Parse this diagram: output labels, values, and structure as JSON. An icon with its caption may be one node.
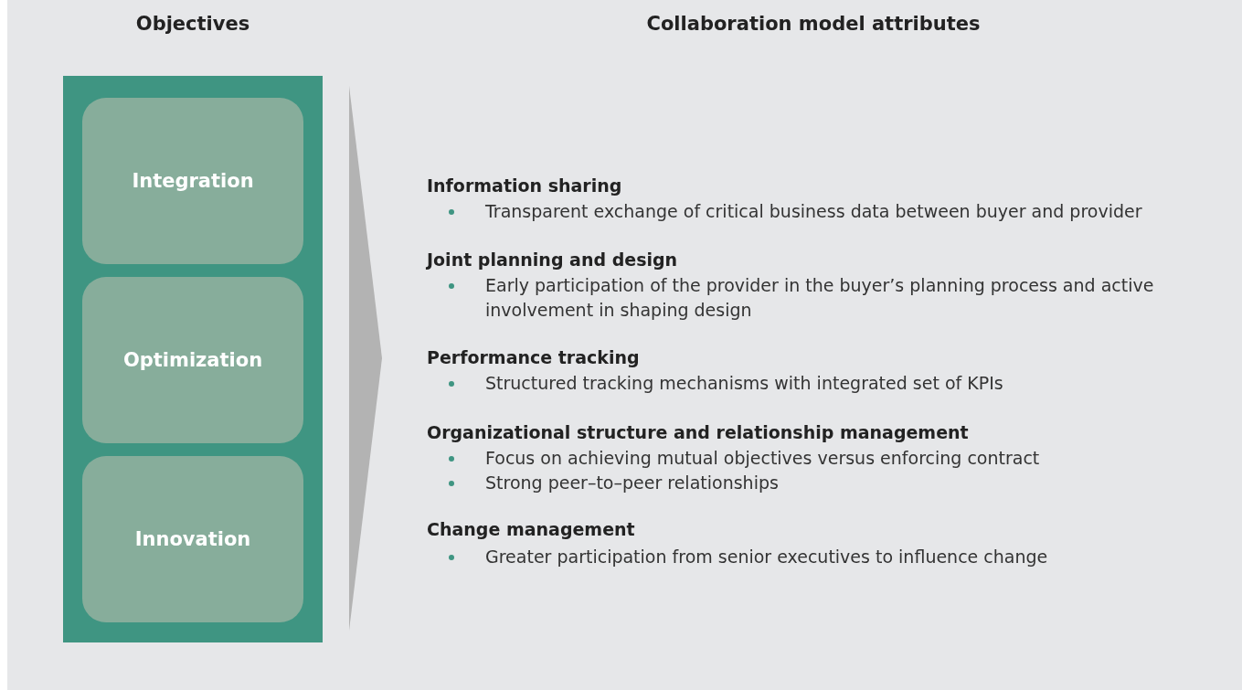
{
  "diagram": {
    "nodes": [
      {
        "text": [],
        "shape": "box"
      },
      {
        "text": [
          "Integration"
        ],
        "in": 0
      },
      {
        "text": [
          "Optimization"
        ],
        "in": 0
      },
      {
        "text": [
          "Innovation"
        ],
        "in": 0
      }
    ],
    "labels": [
      "Objectives",
      "Collaboration model attributes",
      "Information sharing",
      "Transparent exchange of critical business data between buyer and provider",
      "Joint planning and design",
      "Early participation of the provider in the buyer’s planning process and active involvement in shaping design",
      "Performance tracking",
      "Structured tracking mechanisms with integrated set of KPIs",
      "Organizational structure and relationship management",
      "Focus on achieving mutual objectives versus enforcing contract",
      "Strong peer–to–peer relationships",
      "Change management",
      "Greater participation from senior executives to influence change"
    ]
  }
}
